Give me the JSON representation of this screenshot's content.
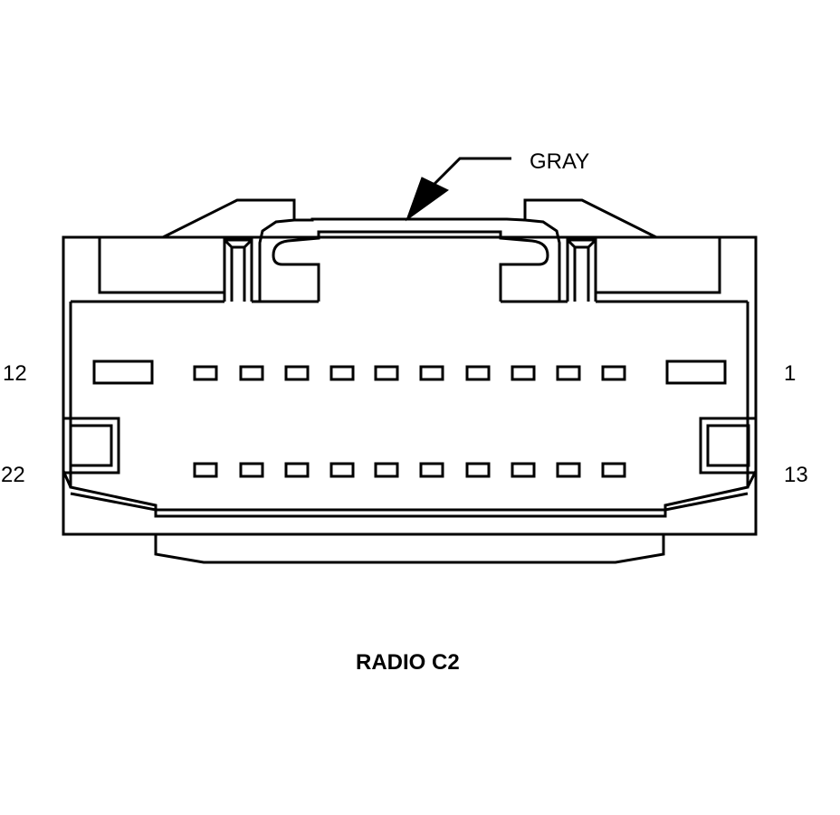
{
  "connector": {
    "title": "RADIO C2",
    "color_label": "GRAY",
    "pin_labels": {
      "top_left": "12",
      "top_right": "1",
      "bottom_left": "22",
      "bottom_right": "13"
    }
  },
  "colors": {
    "stroke": "#000000",
    "background": "#ffffff"
  }
}
